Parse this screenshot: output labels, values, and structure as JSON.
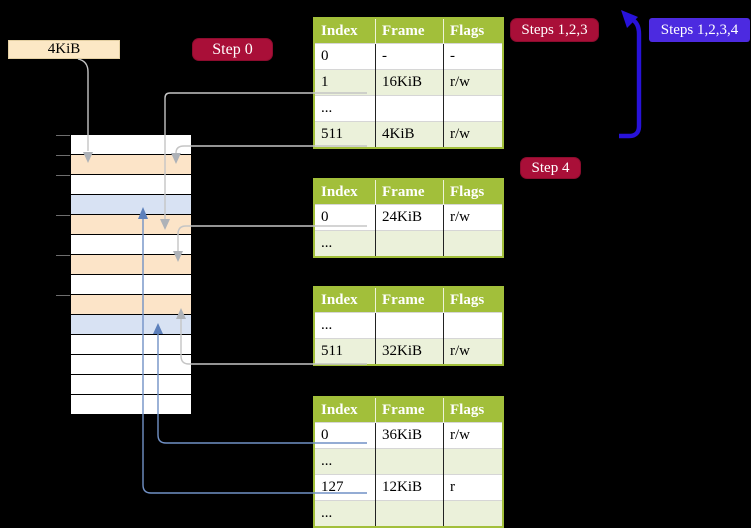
{
  "colors": {
    "header_green": "#a2bf3a",
    "row_green": "#ebf1da",
    "highlight_yellow": "#ffff9d",
    "frame_orange": "#fce4c8",
    "frame_blue": "#d8e2f3",
    "box_cream": "#fce8c5",
    "badge_crimson": "#a90f38",
    "badge_blue": "#4c2ae0",
    "arrow_blue_big": "#2812d9",
    "line_gray": "#c5c5c5",
    "line_blue": "#7191c6"
  },
  "page_box": {
    "label": "4KiB"
  },
  "badges": {
    "step0": "Step 0",
    "steps123": "Steps 1,2,3",
    "steps1234": "Steps 1,2,3,4",
    "step4": "Step 4"
  },
  "memory": {
    "rows": [
      "white",
      "orange",
      "white",
      "blue",
      "orange",
      "white",
      "orange",
      "white",
      "orange",
      "blue",
      "white",
      "white",
      "white",
      "white"
    ],
    "ticks": [
      0,
      1,
      2,
      4,
      6,
      8
    ]
  },
  "tables": [
    {
      "name": "page-table-1",
      "headers": [
        "Index",
        "Frame",
        "Flags"
      ],
      "rows": [
        [
          "0",
          "-",
          "-"
        ],
        [
          "1",
          "16KiB",
          "r/w"
        ],
        [
          "...",
          "",
          ""
        ],
        [
          "511",
          "4KiB",
          "r/w"
        ]
      ],
      "highlight_row": 3
    },
    {
      "name": "page-table-2",
      "headers": [
        "Index",
        "Frame",
        "Flags"
      ],
      "rows": [
        [
          "0",
          "24KiB",
          "r/w"
        ],
        [
          "...",
          "",
          ""
        ]
      ]
    },
    {
      "name": "page-table-3",
      "headers": [
        "Index",
        "Frame",
        "Flags"
      ],
      "rows": [
        [
          "...",
          "",
          ""
        ],
        [
          "511",
          "32KiB",
          "r/w"
        ]
      ]
    },
    {
      "name": "page-table-4",
      "headers": [
        "Index",
        "Frame",
        "Flags"
      ],
      "rows": [
        [
          "0",
          "36KiB",
          "r/w"
        ],
        [
          "...",
          "",
          ""
        ],
        [
          "127",
          "12KiB",
          "r"
        ],
        [
          "...",
          "",
          ""
        ]
      ]
    }
  ]
}
